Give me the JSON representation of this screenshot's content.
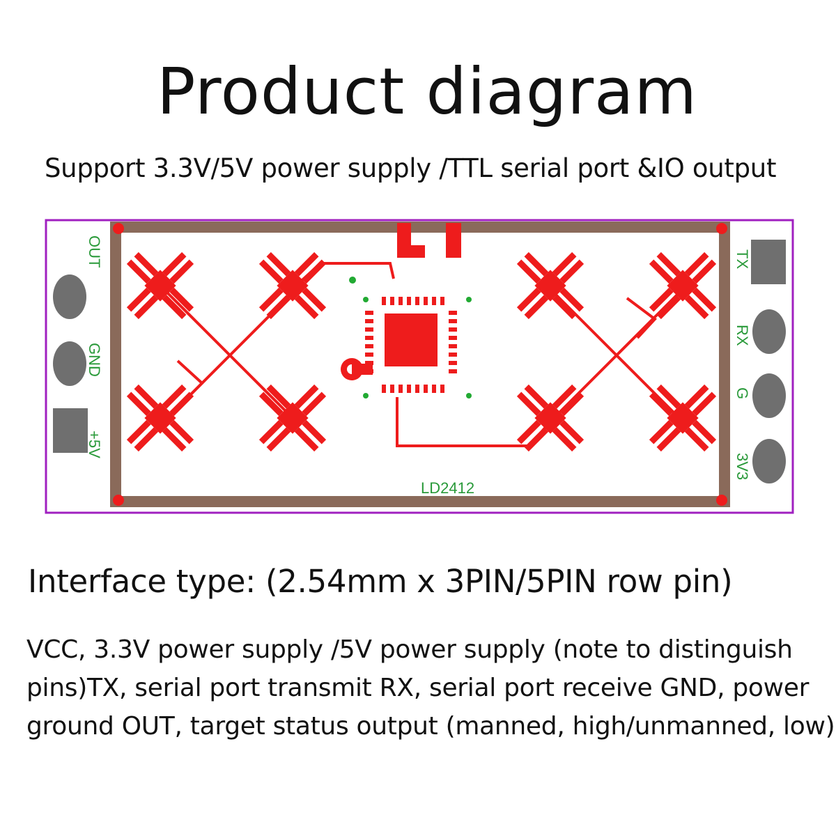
{
  "title": "Product diagram",
  "subtitle": "Support 3.3V/5V power supply /TTL serial port &IO output",
  "board": {
    "model": "LD2412",
    "left_pins": [
      "OUT",
      "GND",
      "+5V"
    ],
    "right_pins": [
      "TX",
      "RX",
      "G",
      "3V3"
    ],
    "colors": {
      "copper": "#ee1c1c",
      "outline": "#8a6a5a",
      "board_edge": "#a020c0",
      "silkscreen": "#2a9a3a",
      "pad": "#6f6f6f"
    }
  },
  "interface": "Interface type: (2.54mm x 3PIN/5PIN row pin)",
  "description": [
    "VCC, 3.3V power supply /5V power supply (note to distinguish",
    "pins)TX, serial port transmit RX, serial port receive GND, power",
    "ground OUT, target status output (manned, high/unmanned, low)"
  ]
}
